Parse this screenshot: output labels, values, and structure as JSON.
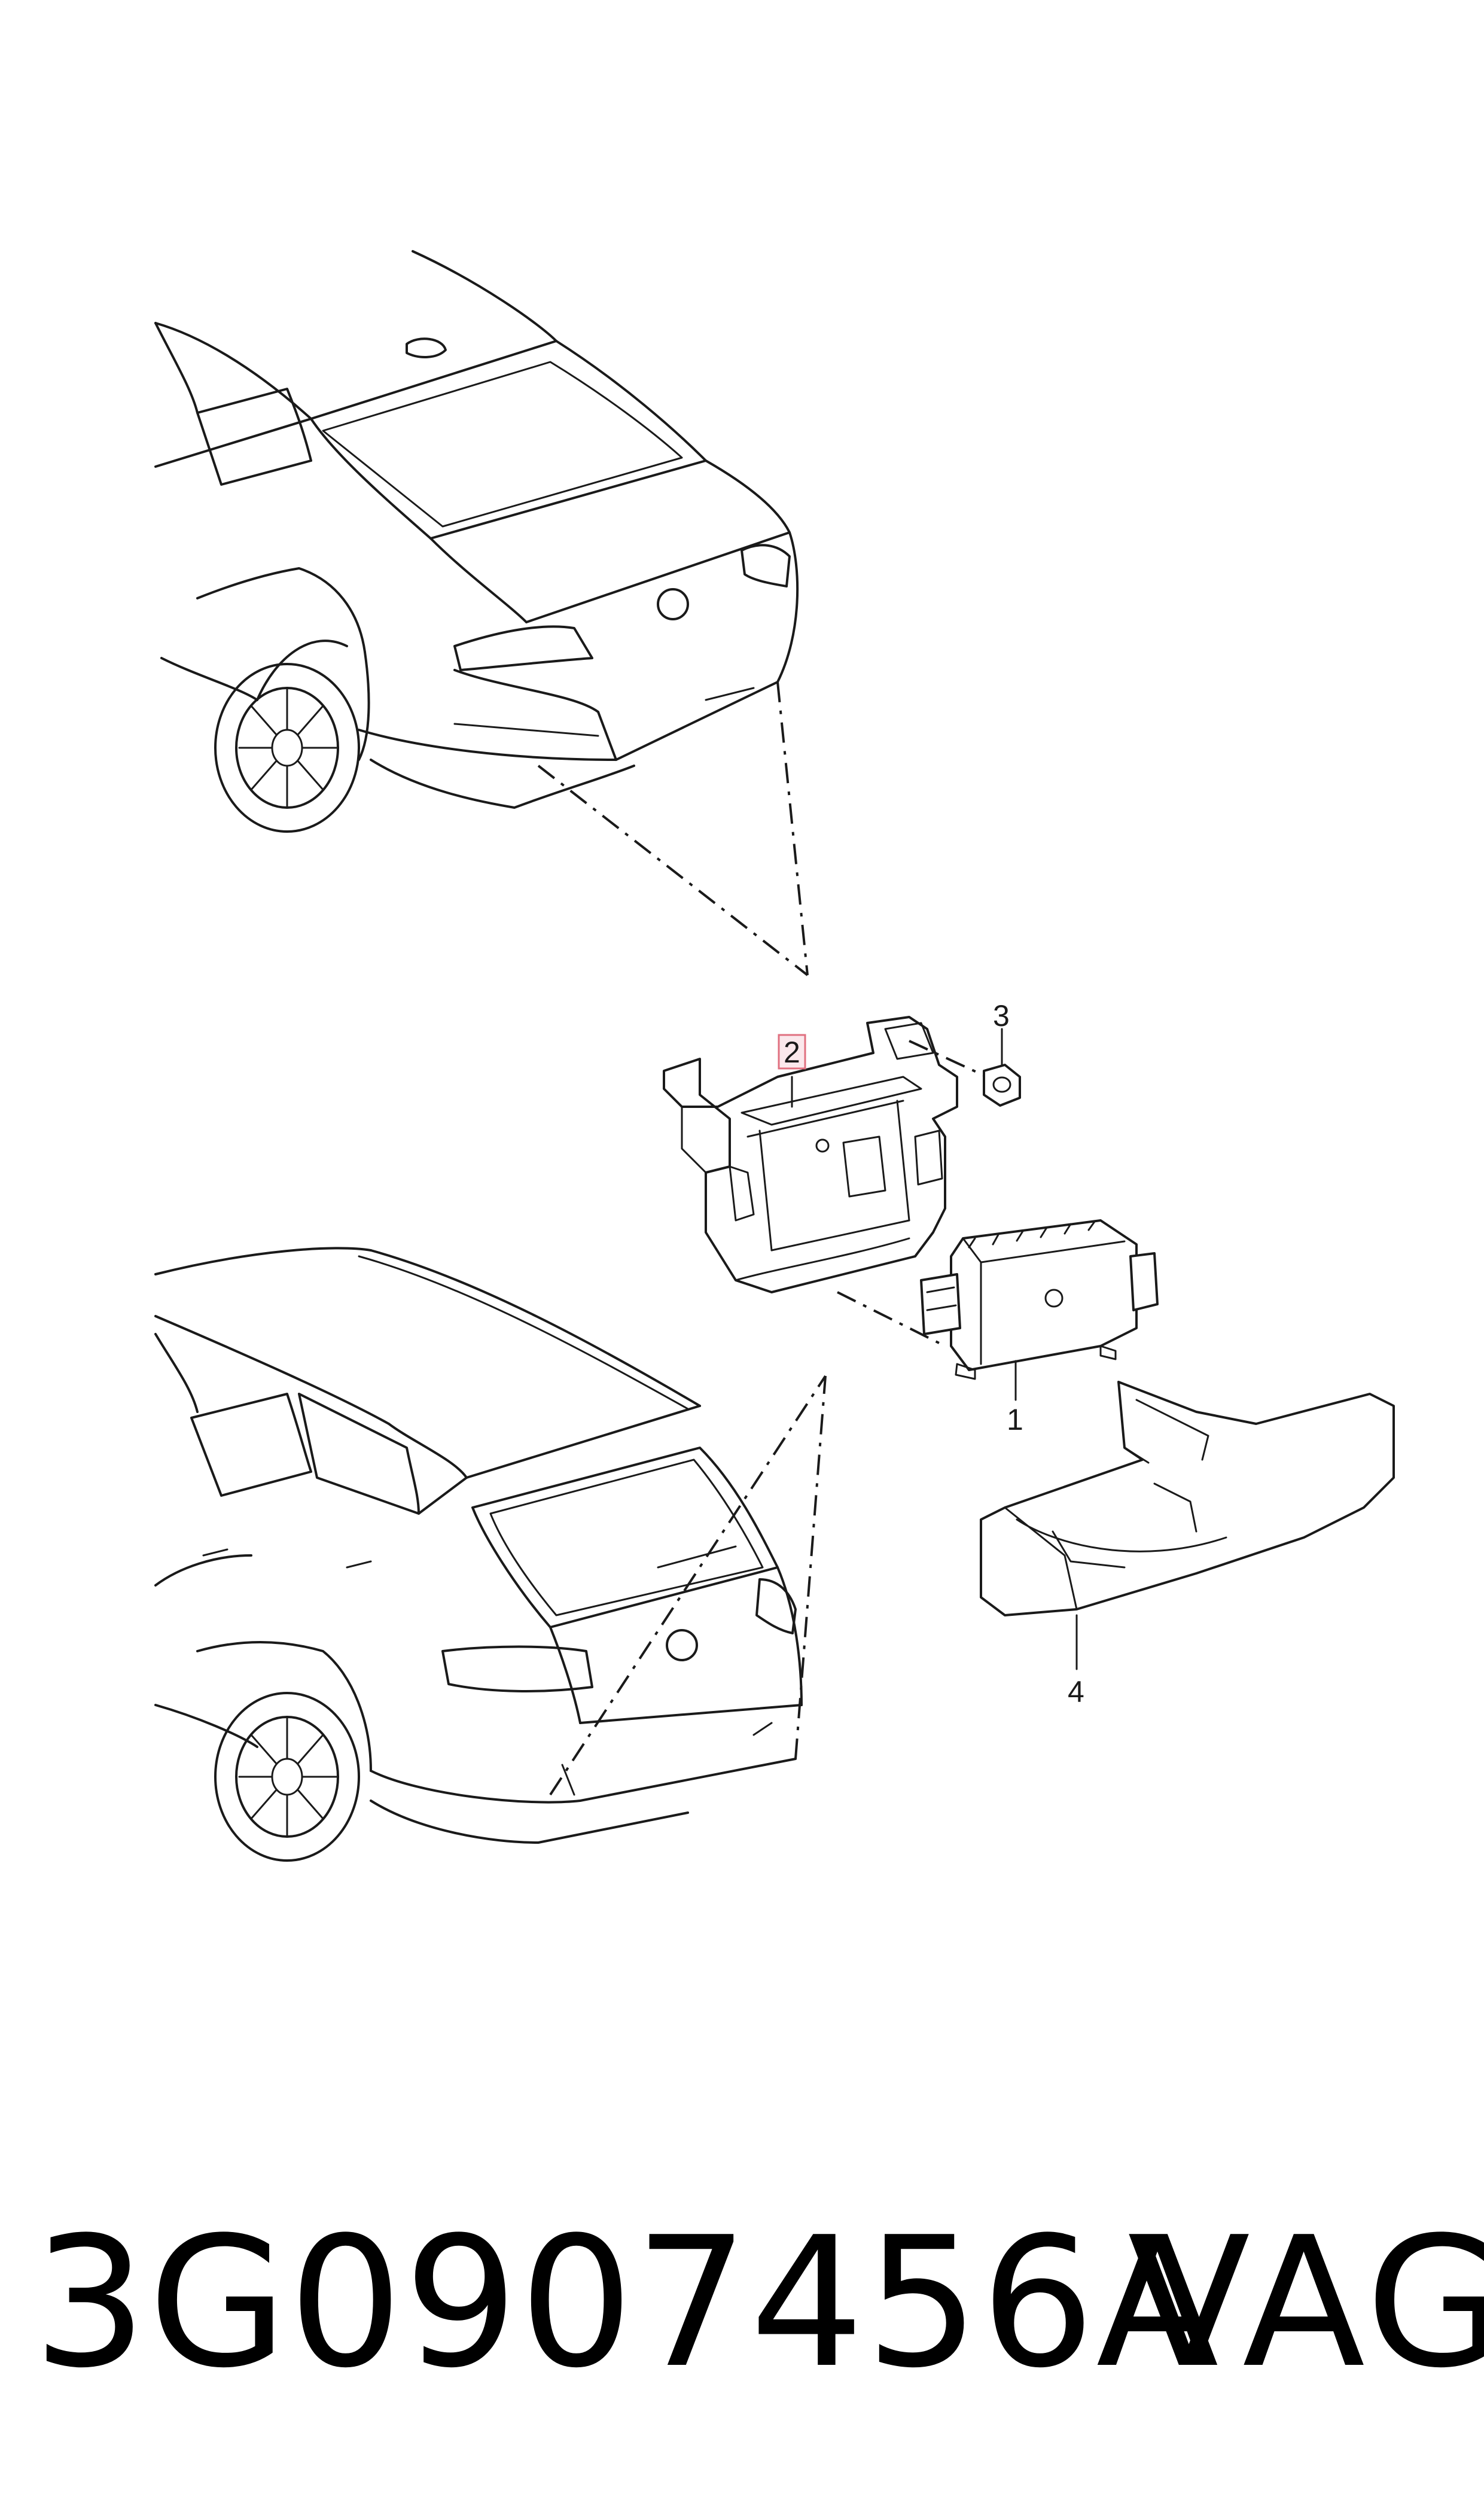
{
  "diagram": {
    "callouts": [
      {
        "id": "1",
        "label": "1",
        "highlighted": false
      },
      {
        "id": "2",
        "label": "2",
        "highlighted": true
      },
      {
        "id": "3",
        "label": "3",
        "highlighted": false
      },
      {
        "id": "4",
        "label": "4",
        "highlighted": false
      }
    ],
    "highlight_color": "#e07080"
  },
  "footer": {
    "part_number": "3G0907456A",
    "brand": "VAG"
  }
}
